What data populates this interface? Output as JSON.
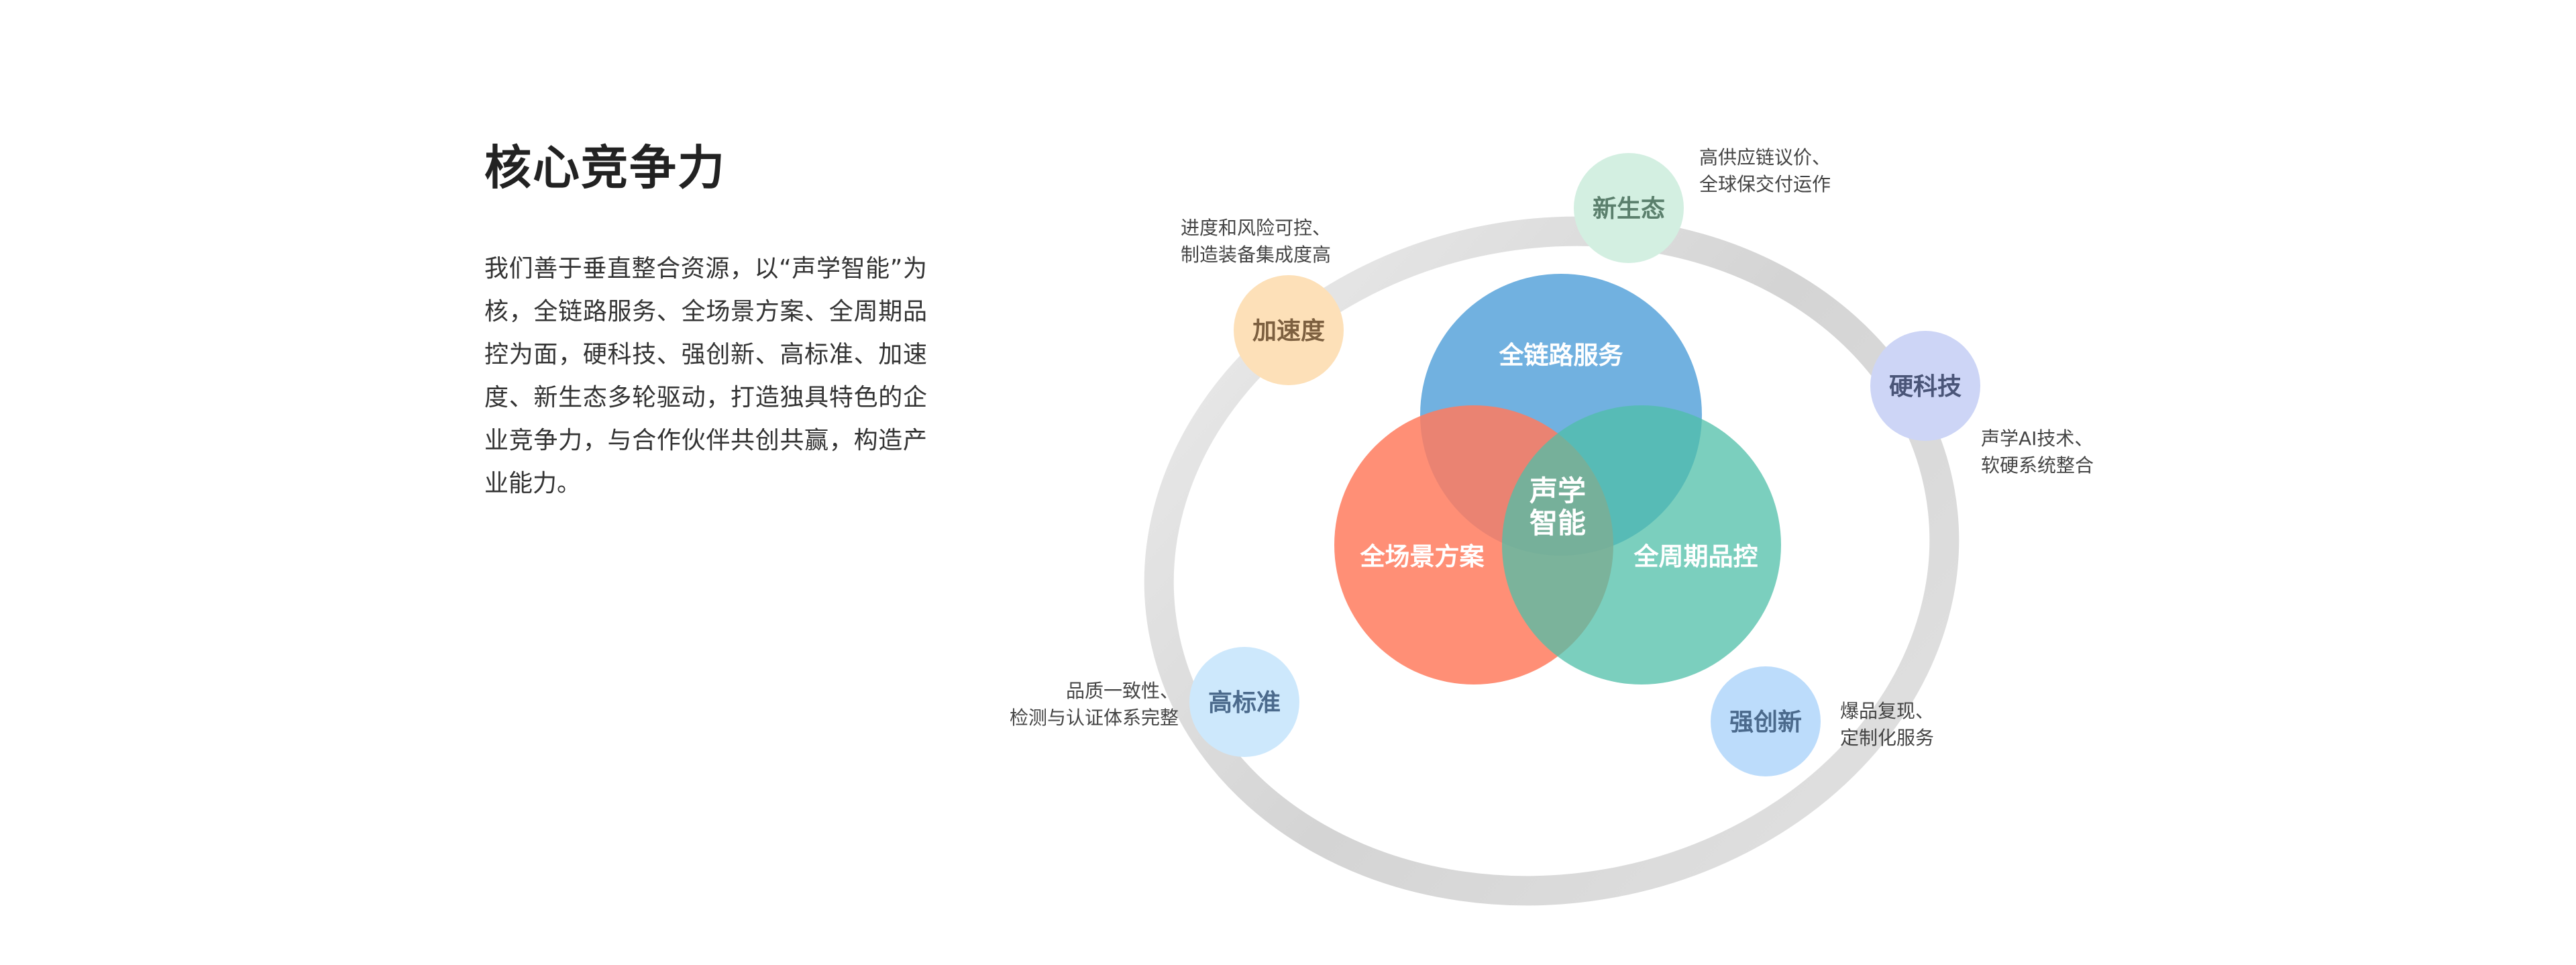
{
  "title": "核心竞争力",
  "description": "我们善于垂直整合资源，以“声学智能”为核，全链路服务、全场景方案、全周期品控为面，硬科技、强创新、高标准、加速度、新生态多轮驱动，打造独具特色的企业竞争力，与合作伙伴共创共赢，构造产业能力。",
  "diagram": {
    "core": {
      "line1": "声学",
      "line2": "智能"
    },
    "circles": [
      {
        "label": "全链路服务",
        "color": "#4e9ed8"
      },
      {
        "label": "全场景方案",
        "color": "#ff7b5e"
      },
      {
        "label": "全周期品控",
        "color": "#4fbfa8"
      }
    ],
    "drivers": [
      {
        "label": "新生态",
        "color": "#d3efe1",
        "text_color": "#5a7f6c",
        "note": [
          "高供应链议价、",
          "全球保交付运作"
        ]
      },
      {
        "label": "硬科技",
        "color": "#cdd5f6",
        "text_color": "#4a5578",
        "note": [
          "声学AI技术、",
          "软硬系统整合"
        ]
      },
      {
        "label": "强创新",
        "color": "#bcdcfb",
        "text_color": "#4b6a8c",
        "note": [
          "爆品复现、",
          "定制化服务"
        ]
      },
      {
        "label": "高标准",
        "color": "#cde8fc",
        "text_color": "#4b6a8c",
        "note": [
          "品质一致性、",
          "检测与认证体系完整"
        ]
      },
      {
        "label": "加速度",
        "color": "#fde0b8",
        "text_color": "#7d6040",
        "note": [
          "进度和风险可控、",
          "制造装备集成度高"
        ]
      }
    ]
  }
}
